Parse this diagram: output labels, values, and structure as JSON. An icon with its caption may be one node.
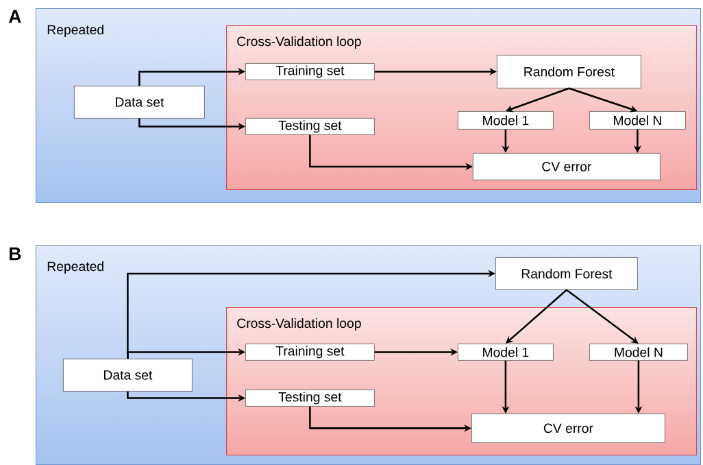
{
  "diagram": {
    "nodes": [
      {
        "text": [
          "Repeated"
        ]
      },
      {
        "text": [
          "Cross-Validation loop"
        ],
        "in": 0
      },
      {
        "text": [
          "Data set"
        ],
        "in": 0
      },
      {
        "text": [
          "Training set"
        ],
        "in": 1
      },
      {
        "text": [
          "Testing set"
        ],
        "in": 1
      },
      {
        "text": [
          "Random Forest"
        ],
        "in": 1
      },
      {
        "text": [
          "Model 1"
        ],
        "in": 1
      },
      {
        "text": [
          "Model N"
        ],
        "in": 1
      },
      {
        "text": [
          "CV error"
        ],
        "in": 1
      },
      {
        "text": [
          "Repeated"
        ]
      },
      {
        "text": [
          "Random Forest"
        ],
        "in": 9
      },
      {
        "text": [
          "Cross-Validation loop"
        ],
        "in": 9
      },
      {
        "text": [
          "Data set"
        ],
        "in": 9
      },
      {
        "text": [
          "Training set"
        ],
        "in": 11
      },
      {
        "text": [
          "Testing set"
        ],
        "in": 11
      },
      {
        "text": [
          "Model 1"
        ],
        "in": 11
      },
      {
        "text": [
          "Model N"
        ],
        "in": 11
      },
      {
        "text": [
          "CV error"
        ],
        "in": 11
      }
    ],
    "edges": [
      {
        "from": 2,
        "to": 3,
        "arrow": "to"
      },
      {
        "from": 2,
        "to": 4,
        "arrow": "to"
      },
      {
        "from": 3,
        "to": 5,
        "arrow": "to"
      },
      {
        "from": 5,
        "to": 6,
        "arrow": "to"
      },
      {
        "from": 5,
        "to": 7,
        "arrow": "to"
      },
      {
        "from": 6,
        "to": 8,
        "arrow": "to"
      },
      {
        "from": 7,
        "to": 8,
        "arrow": "to"
      },
      {
        "from": 4,
        "to": 8,
        "arrow": "to"
      },
      {
        "from": 12,
        "to": 10,
        "arrow": "to"
      },
      {
        "from": 12,
        "to": 13,
        "arrow": "to"
      },
      {
        "from": 12,
        "to": 14,
        "arrow": "to"
      },
      {
        "from": 13,
        "to": 15,
        "arrow": "to"
      },
      {
        "from": 10,
        "to": 15,
        "arrow": "to"
      },
      {
        "from": 10,
        "to": 16,
        "arrow": "to"
      },
      {
        "from": 15,
        "to": 17,
        "arrow": "to"
      },
      {
        "from": 16,
        "to": 17,
        "arrow": "to"
      },
      {
        "from": 14,
        "to": 17,
        "arrow": "to"
      }
    ],
    "labels": [
      "A",
      "B"
    ]
  }
}
